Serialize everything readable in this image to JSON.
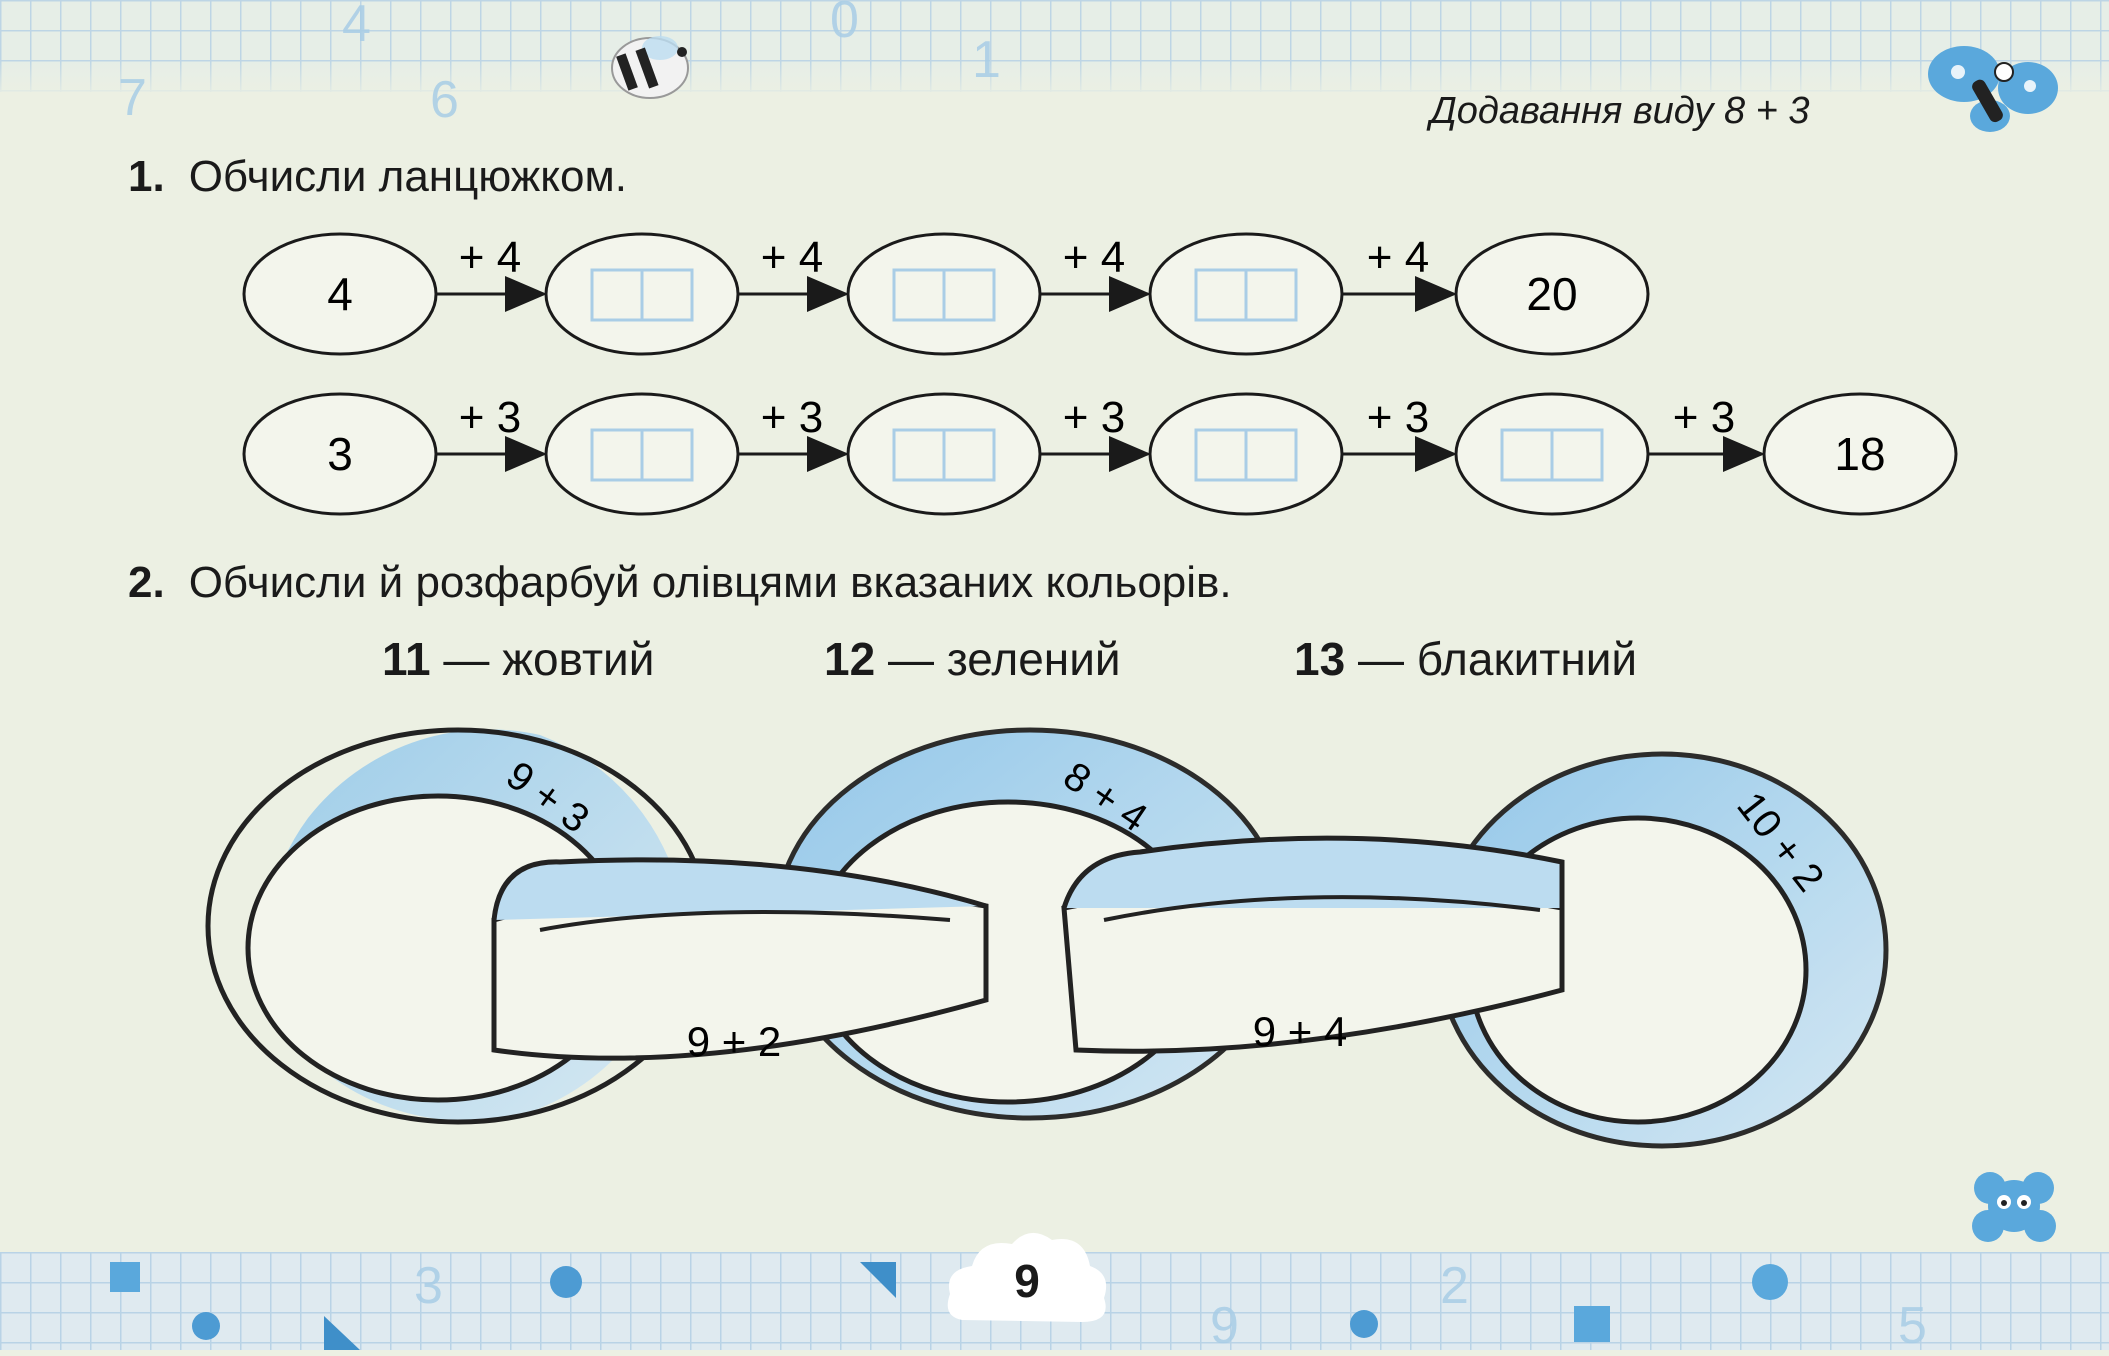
{
  "header": {
    "title": "Додавання виду 8 + 3"
  },
  "grid_numbers": [
    "4",
    "0",
    "7",
    "6",
    "1",
    "3",
    "2",
    "9",
    "5"
  ],
  "task1": {
    "number": "1.",
    "text": "Обчисли ланцюжком.",
    "row1": {
      "start": "4",
      "step": "+ 4",
      "end": "20",
      "empty_cells": 3
    },
    "row2": {
      "start": "3",
      "step": "+ 3",
      "end": "18",
      "empty_cells": 4
    }
  },
  "task2": {
    "number": "2.",
    "text": "Обчисли й розфарбуй олівцями вказаних кольорів.",
    "legend": [
      {
        "value": "11",
        "color_name": "жовтий"
      },
      {
        "value": "12",
        "color_name": "зелений"
      },
      {
        "value": "13",
        "color_name": "блакитний"
      }
    ],
    "expressions": [
      "9 + 3",
      "9 + 2",
      "8 + 4",
      "9 + 4",
      "10 + 2"
    ]
  },
  "page_number": "9",
  "colors": {
    "accent_blue": "#5aa8dc",
    "grid": "#b9d3e6",
    "paper": "#ecf0e3"
  }
}
